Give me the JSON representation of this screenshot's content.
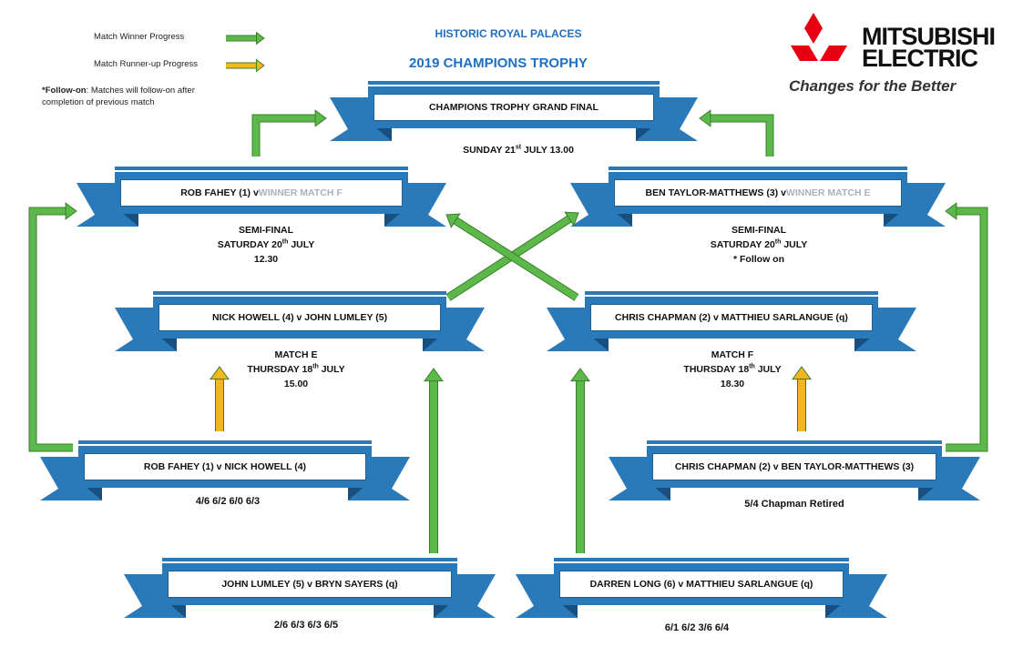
{
  "legend": {
    "winner_label": "Match Winner Progress",
    "runnerup_label": "Match Runner-up Progress",
    "followon_bold": "*Follow-on",
    "followon_line1": ": Matches will follow-on after",
    "followon_line2": "completion of previous match"
  },
  "header": {
    "org": "HISTORIC ROYAL PALACES",
    "title": "2019 CHAMPIONS TROPHY"
  },
  "logo": {
    "line1": "MITSUBISHI",
    "line2": "ELECTRIC",
    "slogan": "Changes for the Better"
  },
  "colors": {
    "ribbon": "#2a7ab9",
    "ribbon_dark": "#174f7f",
    "winner_arrow": "#5cb84a",
    "runnerup_arrow": "#f2b71c"
  },
  "final": {
    "title": "CHAMPIONS TROPHY GRAND FINAL",
    "date_pre": "SUNDAY 21",
    "date_sup": "st",
    "date_post": " JULY 13.00"
  },
  "semi_left": {
    "player": "ROB FAHEY (1) v ",
    "pending": "WINNER MATCH F",
    "line1": "SEMI-FINAL",
    "date_pre": "SATURDAY 20",
    "date_sup": "th",
    "date_post": " JULY",
    "line3": "12.30"
  },
  "semi_right": {
    "player": "BEN TAYLOR-MATTHEWS (3) v ",
    "pending": "WINNER MATCH E",
    "line1": "SEMI-FINAL",
    "date_pre": "SATURDAY 20",
    "date_sup": "th",
    "date_post": " JULY",
    "line3": "* Follow on"
  },
  "match_e": {
    "players": "NICK HOWELL (4) v JOHN LUMLEY (5)",
    "line1": "MATCH E",
    "date_pre": "THURSDAY 18",
    "date_sup": "th",
    "date_post": " JULY",
    "line3": "15.00"
  },
  "match_f": {
    "players": "CHRIS CHAPMAN (2) v MATTHIEU SARLANGUE (q)",
    "line1": "MATCH F",
    "date_pre": "THURSDAY 18",
    "date_sup": "th",
    "date_post": " JULY",
    "line3": "18.30"
  },
  "r1_left": {
    "players": "ROB FAHEY (1) v NICK HOWELL (4)",
    "score": "4/6 6/2 6/0 6/3"
  },
  "r1_right": {
    "players": "CHRIS CHAPMAN (2) v BEN TAYLOR-MATTHEWS (3)",
    "score": "5/4 Chapman Retired"
  },
  "r0_left": {
    "players": "JOHN LUMLEY (5) v BRYN SAYERS (q)",
    "score": "2/6 6/3 6/3 6/5"
  },
  "r0_right": {
    "players": "DARREN LONG (6) v MATTHIEU SARLANGUE (q)",
    "score": "6/1 6/2 3/6 6/4"
  }
}
